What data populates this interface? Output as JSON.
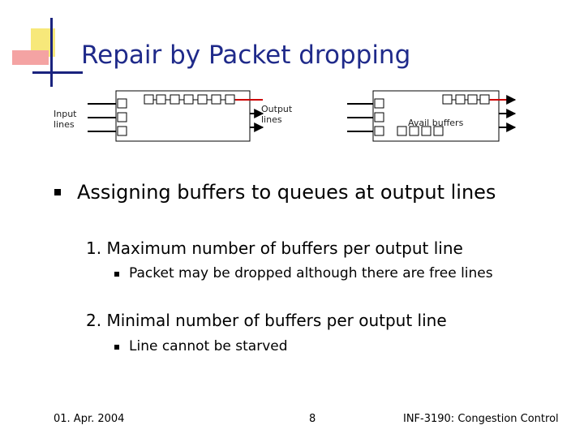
{
  "slide": {
    "title": "Repair by Packet dropping",
    "diagram": {
      "input_label": "Input\nlines",
      "output_label": "Output\nlines",
      "avail_label": "Avail buffers"
    },
    "bullets": {
      "main": "Assigning buffers to queues at output lines",
      "item1": "1. Maximum number of buffers per output line",
      "item1_sub": "Packet may be dropped although there are free lines",
      "item2": "2. Minimal number of buffers per output line",
      "item2_sub": "Line cannot be starved"
    },
    "footer": {
      "date": "01. Apr. 2004",
      "page": "8",
      "course": "INF-3190: Congestion Control"
    }
  },
  "colors": {
    "title": "#1f2a8a",
    "accent_yellow": "#f7e87a",
    "accent_red": "#f4a3a3",
    "arrow_red": "#cc0000",
    "line_blue": "#1a237e"
  }
}
